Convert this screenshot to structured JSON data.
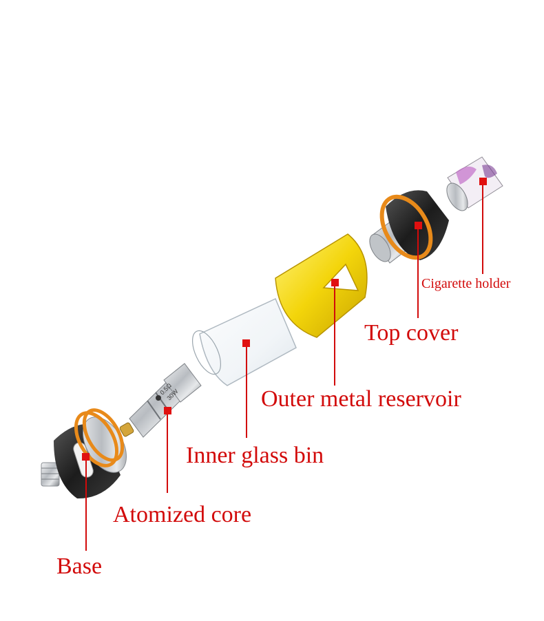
{
  "labels": {
    "base": "Base",
    "atomized_core": "Atomized core",
    "inner_glass_bin": "Inner glass bin",
    "outer_metal_reservoir": "Outer metal reservoir",
    "top_cover": "Top cover",
    "cigarette_holder": "Cigarette holder"
  },
  "colors": {
    "label_text": "#d20a0a",
    "marker": "#e01010",
    "reservoir_yellow": "#f2d60c",
    "o_ring_orange": "#e88a1a",
    "metal_dark": "#2a2a2a",
    "steel": "#c9ccd0"
  },
  "core_markings": [
    "0.5Ω",
    "30W"
  ]
}
